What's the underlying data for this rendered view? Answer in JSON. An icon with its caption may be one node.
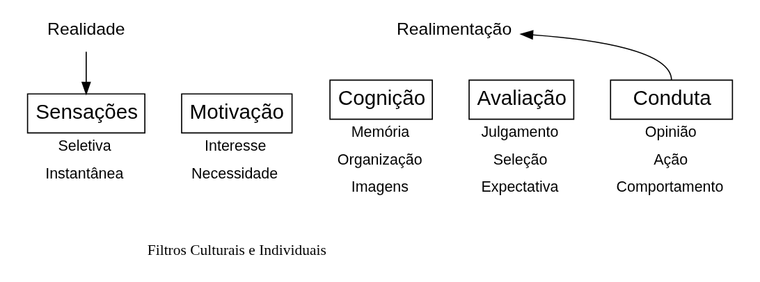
{
  "diagram": {
    "nodes": [
      {
        "text": [
          "Realidade"
        ]
      },
      {
        "text": [
          "Sensações"
        ],
        "beside": [
          "Seletiva",
          "Instantânea"
        ]
      },
      {
        "text": [
          "Motivação"
        ],
        "beside": [
          "Interesse",
          "Necessidade"
        ]
      },
      {
        "text": [
          "Cognição"
        ],
        "beside": [
          "Memória",
          "Organização",
          "Imagens"
        ]
      },
      {
        "text": [
          "Avaliação"
        ],
        "beside": [
          "Julgamento",
          "Seleção",
          "Expectativa"
        ]
      },
      {
        "text": [
          "Conduta"
        ],
        "beside": [
          "Opinião",
          "Ação",
          "Comportamento"
        ]
      },
      {
        "text": [
          "Realimentação"
        ]
      }
    ],
    "edges": [
      {
        "from": 0,
        "to": 1,
        "arrow": "to"
      },
      {
        "from": 5,
        "to": 6,
        "arrow": "to"
      }
    ],
    "labels": [
      "Filtros Culturais e Individuais"
    ]
  }
}
